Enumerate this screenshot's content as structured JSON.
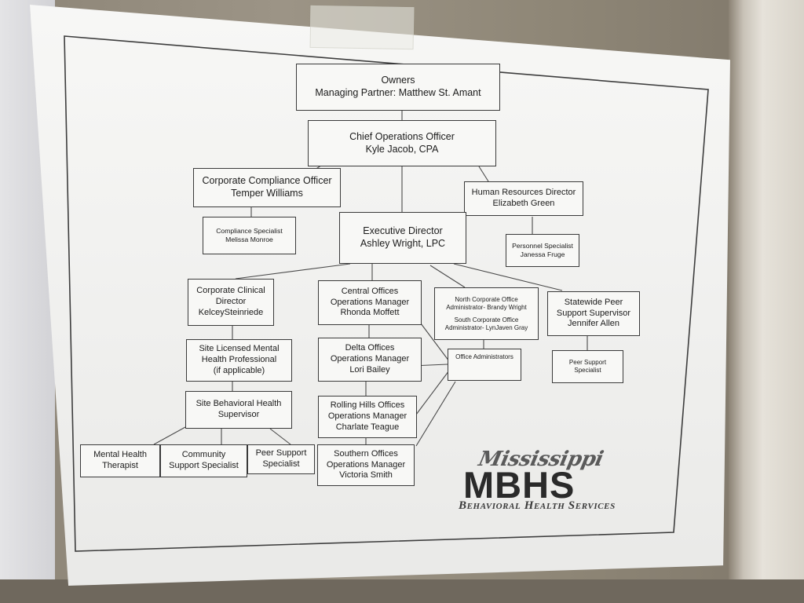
{
  "org_chart": {
    "owners": {
      "line1": "Owners",
      "line2": "Managing Partner: Matthew St. Amant"
    },
    "coo": {
      "line1": "Chief Operations Officer",
      "line2": "Kyle Jacob, CPA"
    },
    "compliance_officer": {
      "line1": "Corporate Compliance Officer",
      "line2": "Temper Williams"
    },
    "hr_director": {
      "line1": "Human Resources Director",
      "line2": "Elizabeth Green"
    },
    "compliance_specialist": {
      "line1": "Compliance Specialist",
      "line2": "Melissa Monroe"
    },
    "executive_director": {
      "line1": "Executive Director",
      "line2": "Ashley Wright, LPC"
    },
    "personnel_specialist": {
      "line1": "Personnel Specialist",
      "line2": "Janessa Fruge"
    },
    "clinical_director": {
      "line1": "Corporate Clinical",
      "line2": "Director",
      "line3": "KelceySteinriede"
    },
    "central_offices": {
      "line1": "Central Offices",
      "line2": "Operations Manager",
      "line3": "Rhonda Moffett"
    },
    "corporate_office_admins": {
      "north_line1": "North Corporate Office",
      "north_line2": "Administrator- Brandy Wright",
      "south_line1": "South Corporate Office",
      "south_line2": "Administrator- LynJaven Gray"
    },
    "peer_support_supervisor": {
      "line1": "Statewide Peer",
      "line2": "Support Supervisor",
      "line3": "Jennifer Allen"
    },
    "site_lmhp": {
      "line1": "Site Licensed Mental",
      "line2": "Health Professional",
      "line3": "(if applicable)"
    },
    "delta_offices": {
      "line1": "Delta Offices",
      "line2": "Operations Manager",
      "line3": "Lori Bailey"
    },
    "office_administrators": {
      "line1": "Office Administrators"
    },
    "peer_support_specialist_right": {
      "line1": "Peer Support",
      "line2": "Specialist"
    },
    "site_bh_supervisor": {
      "line1": "Site Behavioral Health",
      "line2": "Supervisor"
    },
    "rolling_hills_offices": {
      "line1": "Rolling Hills Offices",
      "line2": "Operations Manager",
      "line3": "Charlate Teague"
    },
    "mental_health_therapist": {
      "line1": "Mental Health",
      "line2": "Therapist"
    },
    "community_support_specialist": {
      "line1": "Community",
      "line2": "Support Specialist"
    },
    "peer_support_specialist_left": {
      "line1": "Peer Support",
      "line2": "Specialist"
    },
    "southern_offices": {
      "line1": "Southern Offices",
      "line2": "Operations Manager",
      "line3": "Victoria Smith"
    }
  },
  "logo": {
    "script_text": "Mississippi",
    "acronym": "MBHS",
    "subtitle": "Behavioral Health Services"
  }
}
